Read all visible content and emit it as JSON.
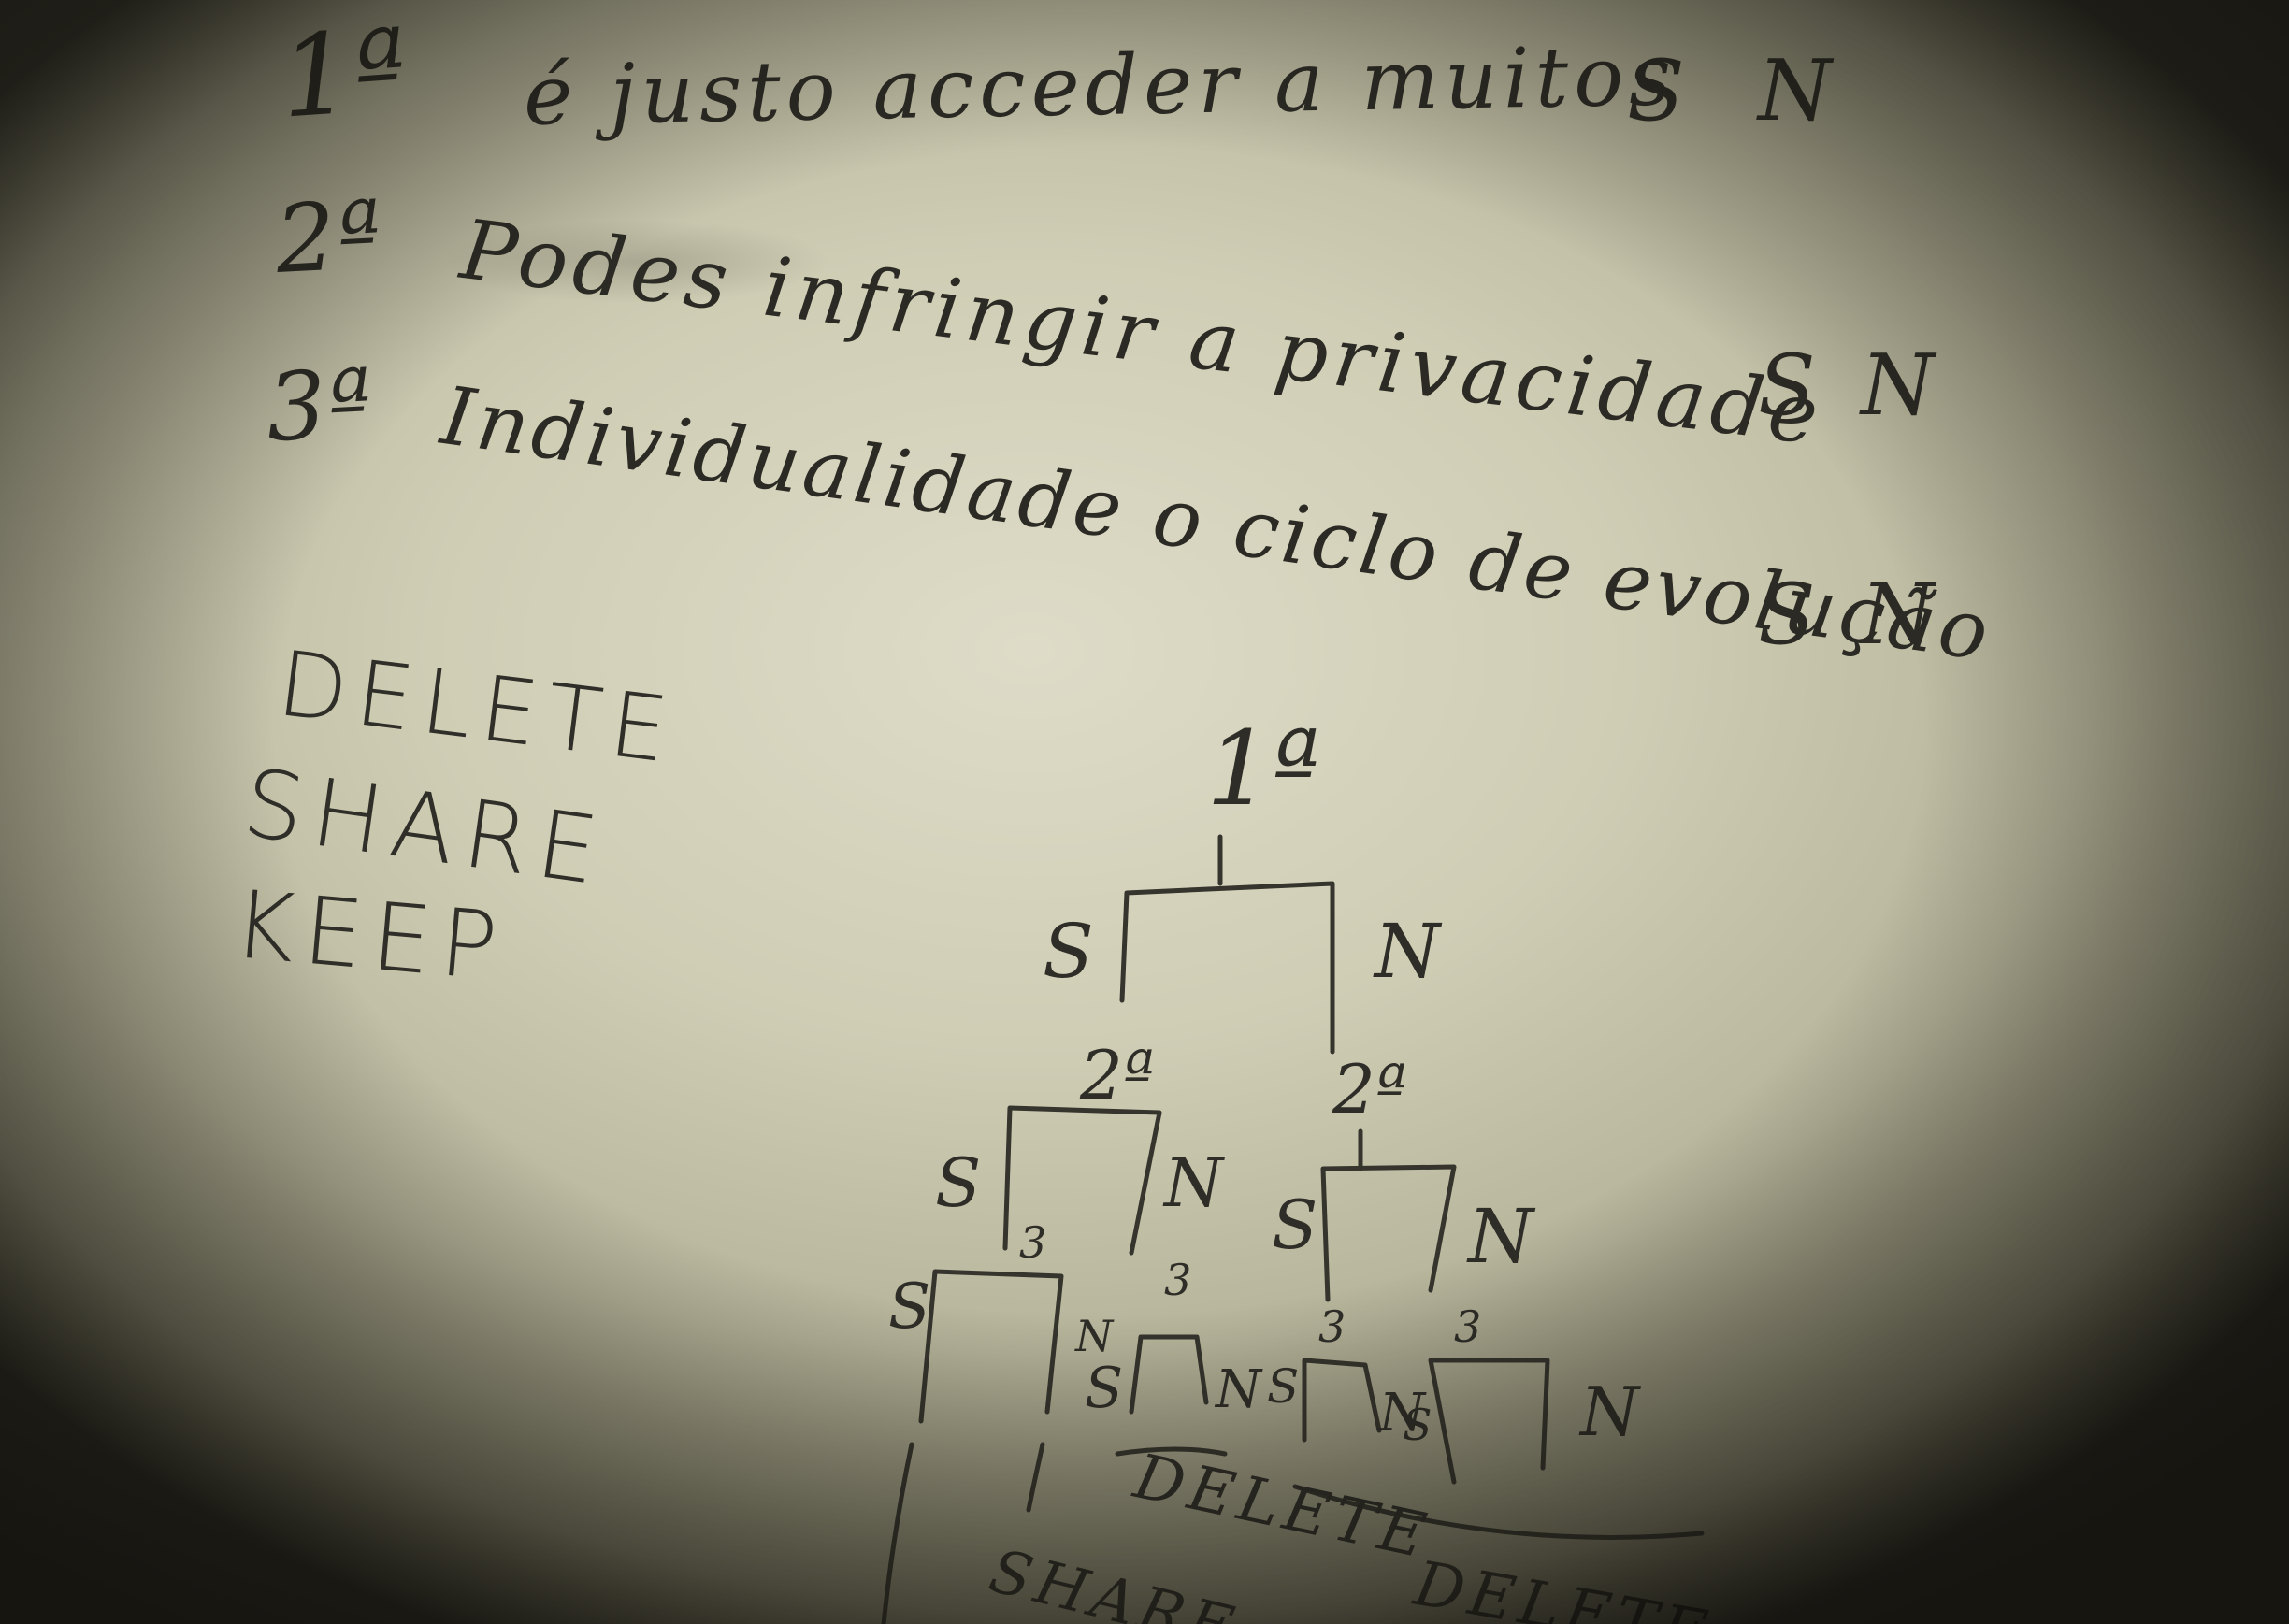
{
  "questions": [
    {
      "number": "1ª",
      "text": "é justo acceder a muitos",
      "yes": "S",
      "no": "N"
    },
    {
      "number": "2ª",
      "text": "Podes infringir a privacidade",
      "yes": "S",
      "no": "N"
    },
    {
      "number": "3ª",
      "text": "Individualidade o ciclo de evolução",
      "yes": "S",
      "no": "N"
    }
  ],
  "actions": [
    "DELETE",
    "SHARE",
    "KEEP"
  ],
  "tree": {
    "root_label": "1ª",
    "level2_label": "2ª",
    "level3_label": "3",
    "yes": "S",
    "no": "N",
    "bottom_labels": [
      "DELETE",
      "DELETE",
      "SHARE"
    ]
  },
  "colors": {
    "paper": "#d6d4bd",
    "ink": "#2b2a24"
  }
}
